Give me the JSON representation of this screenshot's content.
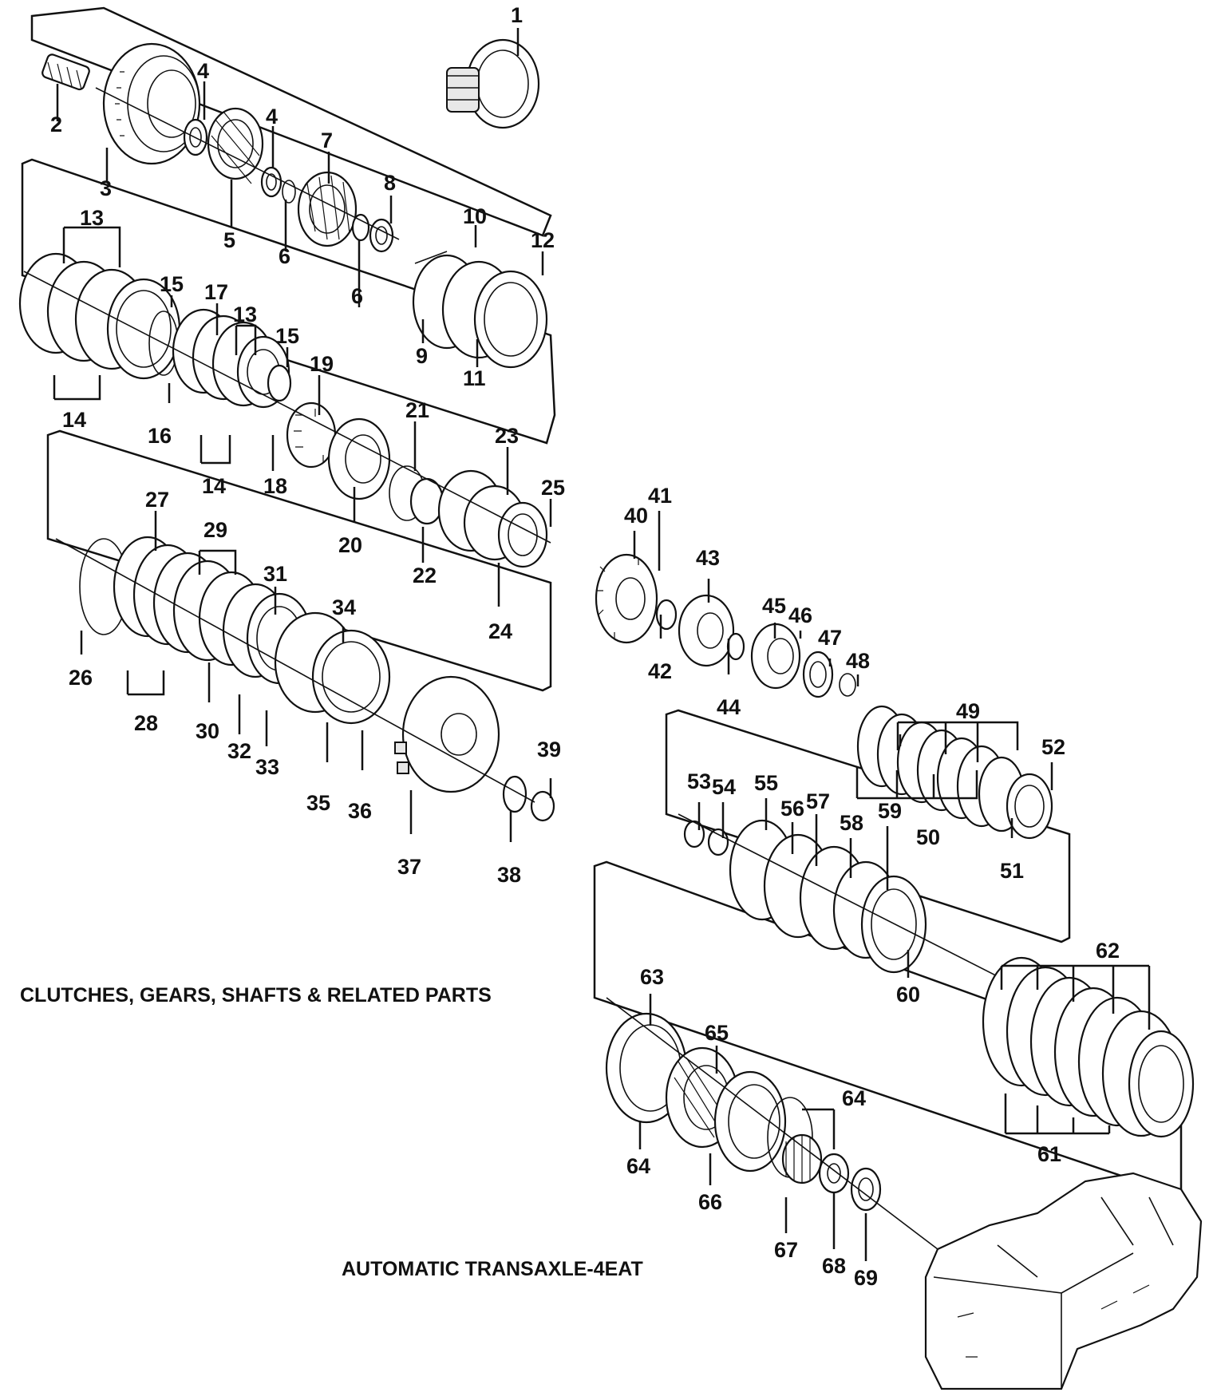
{
  "captions": {
    "clutches": "CLUTCHES, GEARS, SHAFTS & RELATED PARTS",
    "transaxle": "AUTOMATIC TRANSAXLE-4EAT"
  },
  "callouts": [
    "1",
    "2",
    "3",
    "4",
    "4",
    "5",
    "6",
    "6",
    "7",
    "8",
    "9",
    "10",
    "11",
    "12",
    "13",
    "13",
    "14",
    "14",
    "15",
    "15",
    "16",
    "17",
    "18",
    "19",
    "20",
    "21",
    "22",
    "23",
    "24",
    "25",
    "26",
    "27",
    "28",
    "29",
    "30",
    "31",
    "32",
    "33",
    "34",
    "35",
    "36",
    "37",
    "38",
    "39",
    "40",
    "41",
    "42",
    "43",
    "44",
    "45",
    "46",
    "47",
    "48",
    "49",
    "50",
    "51",
    "52",
    "53",
    "54",
    "55",
    "56",
    "57",
    "58",
    "59",
    "60",
    "61",
    "62",
    "63",
    "64",
    "64",
    "65",
    "66",
    "67",
    "68",
    "69"
  ],
  "icons": [
    "band",
    "shaft",
    "drum",
    "thrust-washer",
    "planetary-gear",
    "snap-ring",
    "clutch-plate",
    "hub",
    "piston",
    "spring",
    "transaxle-case"
  ]
}
